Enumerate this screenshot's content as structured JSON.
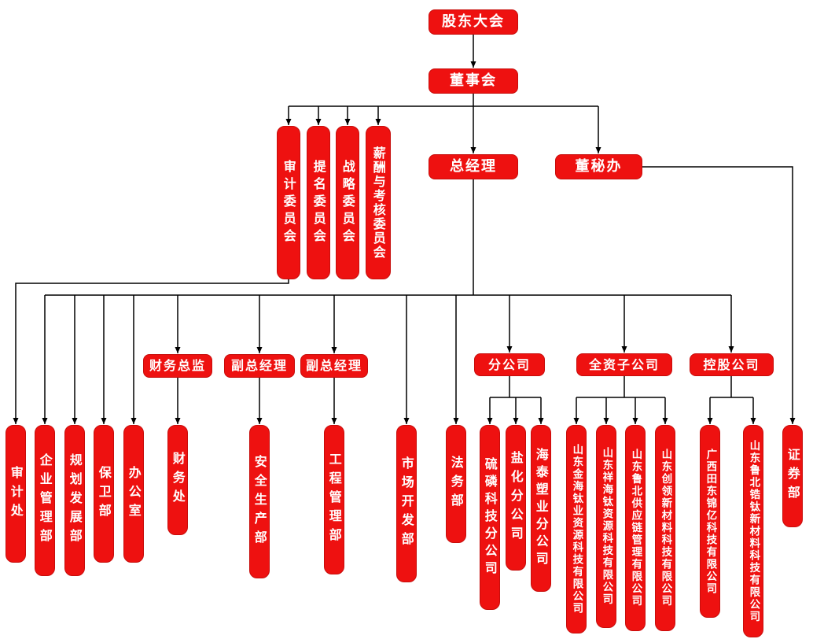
{
  "colors": {
    "node_fill": "#ee1110",
    "node_border": "#c70d0b",
    "node_text": "#ffffff",
    "connector": "#000000",
    "background": "#ffffff"
  },
  "nodes": {
    "shareholders_meeting": "股东大会",
    "board_of_directors": "董事会",
    "general_manager": "总经理",
    "board_secretary_office": "董秘办",
    "audit_committee": "审计委员会",
    "nomination_committee": "提名委员会",
    "strategy_committee": "战略委员会",
    "remuneration_committee": "薪酬与考核委员会",
    "cfo": "财务总监",
    "deputy_gm_1": "副总经理",
    "deputy_gm_2": "副总经理",
    "branch_group": "分公司",
    "wholly_owned_group": "全资子公司",
    "holding_group": "控股公司",
    "audit_office": "审计处",
    "enterprise_management": "企业管理部",
    "planning_development": "规划发展部",
    "security_department": "保卫部",
    "general_office": "办公室",
    "finance_office": "财务处",
    "safety_production": "安全生产部",
    "engineering_management": "工程管理部",
    "market_development": "市场开发部",
    "legal_department": "法务部",
    "sulfur_phosphorus_branch": "硫磷科技分公司",
    "salt_chemical_branch": "盐化分公司",
    "haitai_plastics_branch": "海泰塑业分公司",
    "jinhai_titanium": "山东金海钛业资源科技有限公司",
    "xianghai_titanium": "山东祥海钛资源科技有限公司",
    "lubei_supply_chain": "山东鲁北供应链管理有限公司",
    "chuangling_materials": "山东创领新材料科技有限公司",
    "guangxi_jinyi": "广西田东锦亿科技有限公司",
    "lubei_zirconium_titanium": "山东鲁北锆钛新材料科技有限公司",
    "securities_department": "证券部"
  }
}
